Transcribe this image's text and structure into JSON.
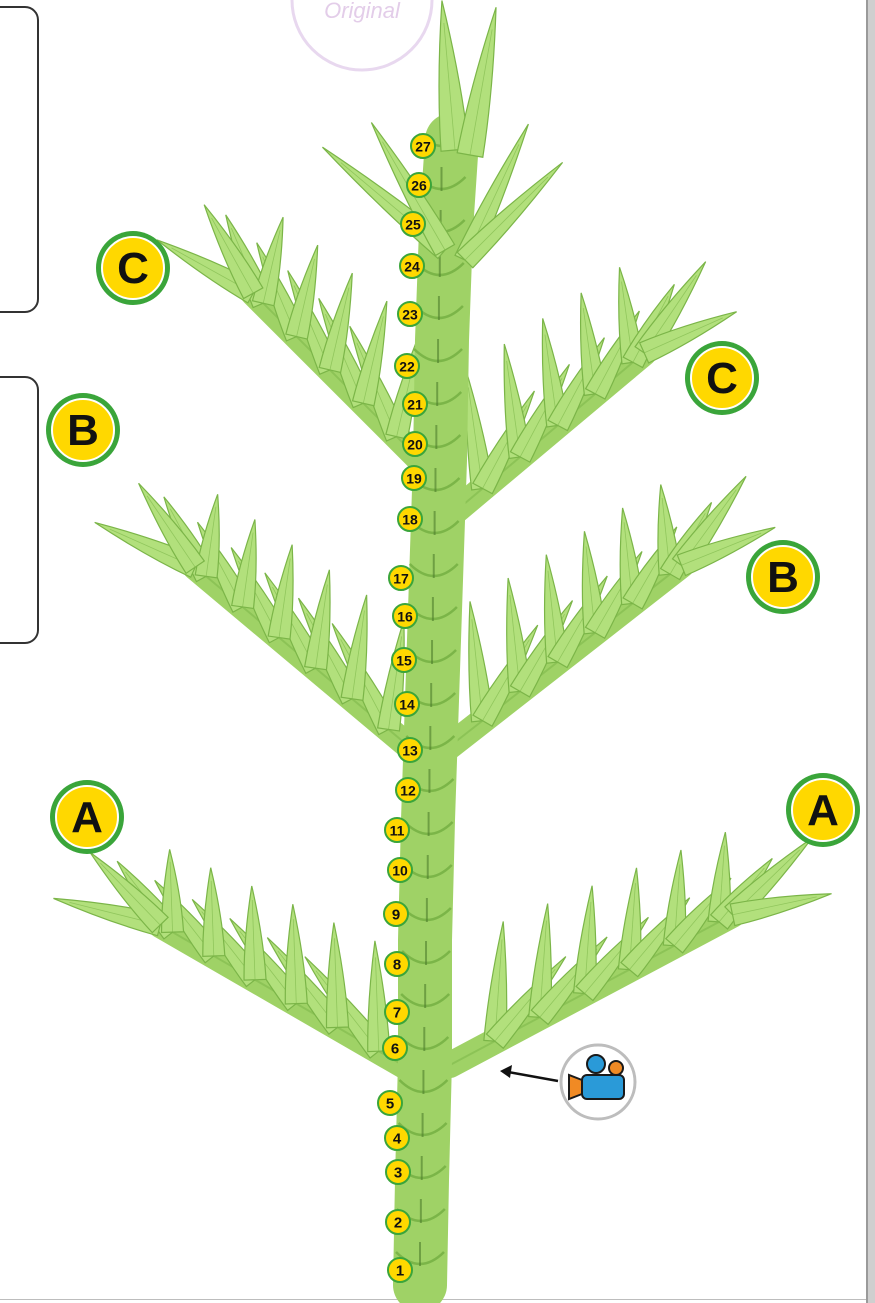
{
  "watermark": {
    "logo_text": "Original"
  },
  "colors": {
    "leaf_light": "#b2e07c",
    "leaf_mid": "#9fd266",
    "leaf_dark": "#7bb548",
    "badge_yellow": "#ffd800",
    "badge_green": "#3aa53a",
    "camera_blue": "#2a9ad8",
    "camera_orange": "#f08a24"
  },
  "branch_labels": [
    {
      "id": "C-left",
      "text": "C"
    },
    {
      "id": "C-right",
      "text": "C"
    },
    {
      "id": "B-left",
      "text": "B"
    },
    {
      "id": "B-right",
      "text": "B"
    },
    {
      "id": "A-left",
      "text": "A"
    },
    {
      "id": "A-right",
      "text": "A"
    }
  ],
  "steps": [
    "1",
    "2",
    "3",
    "4",
    "5",
    "6",
    "7",
    "8",
    "9",
    "10",
    "11",
    "12",
    "13",
    "14",
    "15",
    "16",
    "17",
    "18",
    "19",
    "20",
    "21",
    "22",
    "23",
    "24",
    "25",
    "26",
    "27"
  ],
  "video_button": {
    "icon": "video-camera-icon"
  }
}
